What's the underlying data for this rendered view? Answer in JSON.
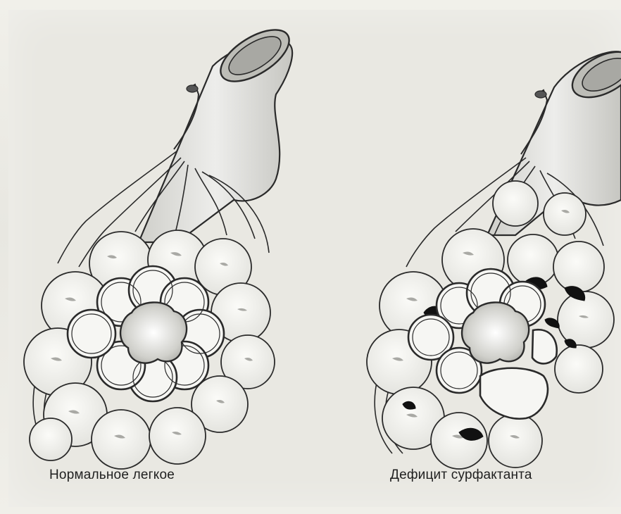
{
  "diagram": {
    "panels": [
      {
        "id": "normal",
        "caption": "Нормальное легкое"
      },
      {
        "id": "deficit",
        "caption": "Дефицит сурфактанта"
      }
    ]
  },
  "colors": {
    "background": "#e9e8e2",
    "outline": "#2a2a2a",
    "alveolus_fill": "#f2f2ee",
    "alveolus_speckle": "#8f8f8a",
    "lumen_fill": "#bdbdb7",
    "airway_fill": "#dcdcd7",
    "collapsed_fill": "#111111"
  }
}
